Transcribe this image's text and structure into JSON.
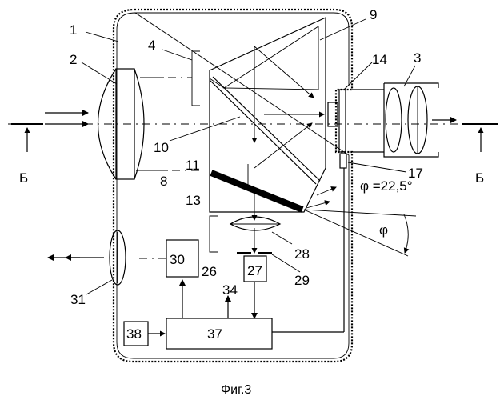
{
  "figure": {
    "caption": "Фиг.3",
    "section_mark": "Б",
    "angle_symbol": "φ",
    "angle_value": "φ =22,5°"
  },
  "labels": {
    "l1": "1",
    "l2": "2",
    "l3": "3",
    "l4": "4",
    "l8": "8",
    "l9": "9",
    "l10": "10",
    "l11": "11",
    "l13": "13",
    "l14": "14",
    "l17": "17",
    "l26": "26",
    "l27": "27",
    "l28": "28",
    "l29": "29",
    "l30": "30",
    "l31": "31",
    "l34": "34",
    "l37": "37",
    "l38": "38"
  }
}
